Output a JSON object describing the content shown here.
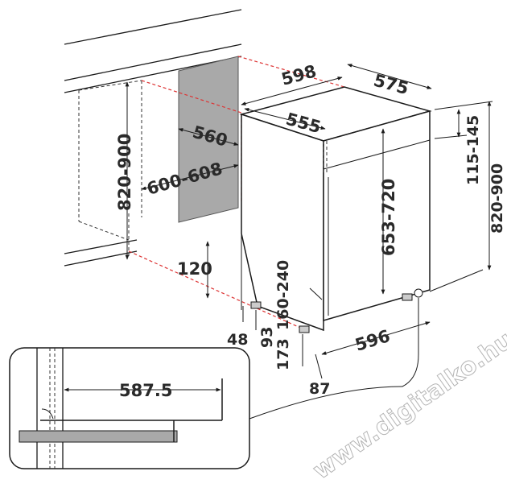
{
  "diagram": {
    "labels": {
      "width_top": "598",
      "depth_top": "575",
      "inner_depth": "555",
      "niche_depth": "560",
      "niche_width": "600-608",
      "niche_height": "820-900",
      "panel_height": "653-720",
      "right_top": "115-145",
      "right_height": "820-900",
      "plinth_120": "120",
      "foot_160_240": "160-240",
      "foot_48": "48",
      "foot_93": "93",
      "foot_173": "173",
      "base_width": "596",
      "foot_87": "87",
      "inset_width": "587.5"
    },
    "watermark": "www.digitalko.hu"
  }
}
